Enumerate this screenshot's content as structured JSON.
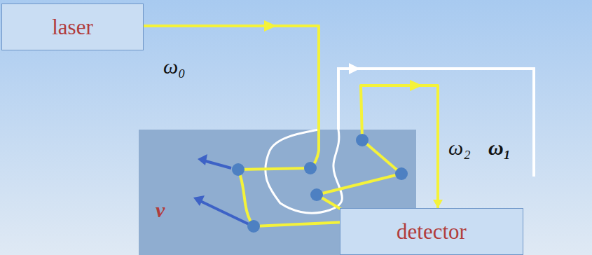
{
  "diagram": {
    "nodes": [
      {
        "text": [
          "laser"
        ]
      },
      {
        "text": [
          "detector"
        ]
      }
    ],
    "edges": [
      {
        "from": 0,
        "to": 1,
        "arrow": "to"
      }
    ],
    "labels": [
      "ω₀",
      "v",
      "ω₂",
      "ω₁"
    ]
  }
}
